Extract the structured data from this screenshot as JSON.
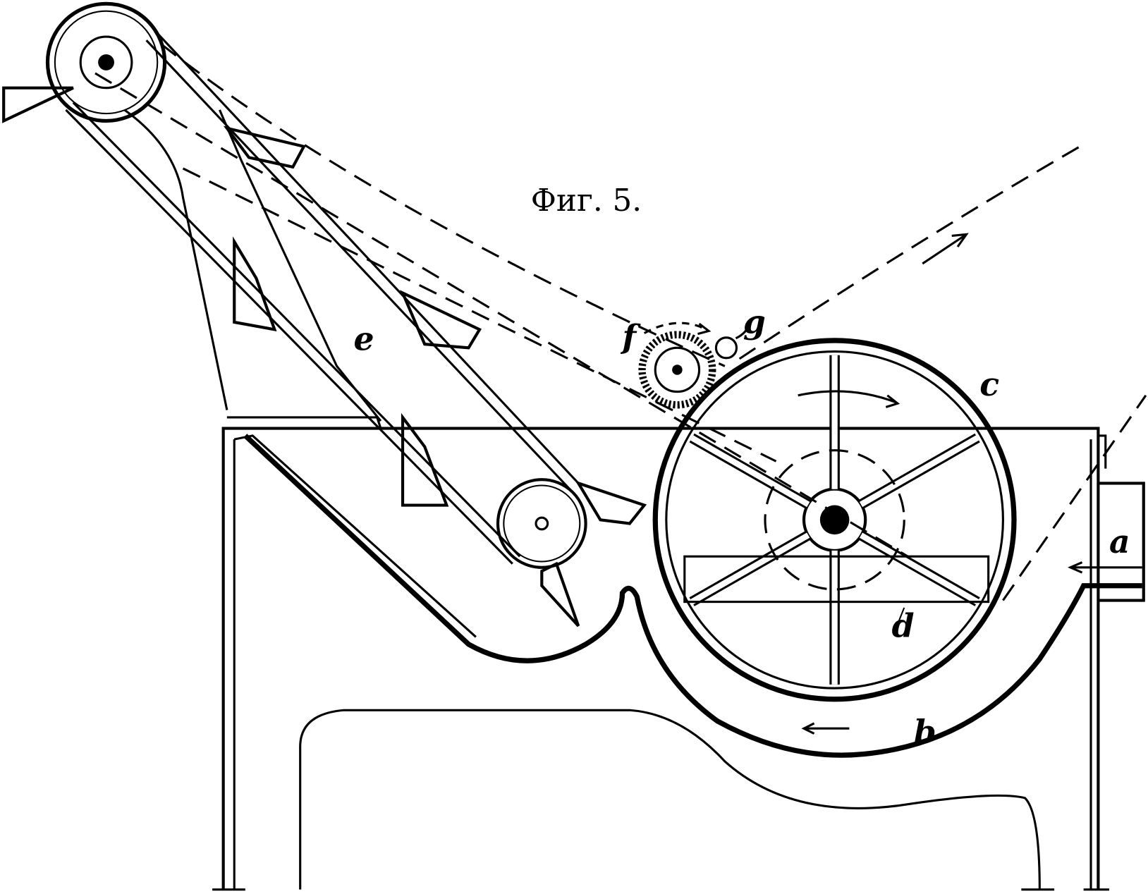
{
  "figure": {
    "title": "Фиг. 5.",
    "labels": {
      "a": "a",
      "b": "b",
      "c": "c",
      "d": "d",
      "e": "e",
      "f": "f",
      "g": "g"
    },
    "ink_color": "#000000",
    "paper_color": "#ffffff"
  }
}
